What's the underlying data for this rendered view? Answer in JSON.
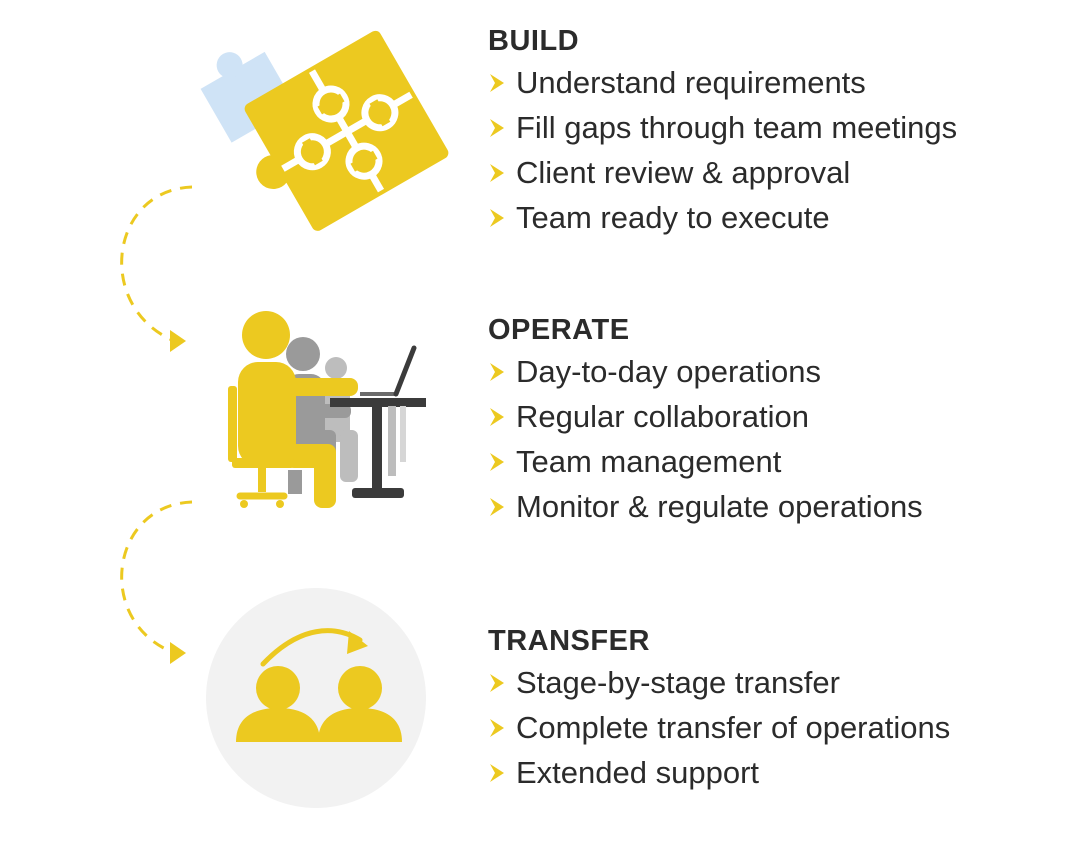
{
  "colors": {
    "accent": "#ecc920",
    "light_blue": "#cfe3f6",
    "gray": "#9a9a9a",
    "dark_gray": "#3b3b3b",
    "circle_bg": "#f2f2f2",
    "text": "#2b2b2b"
  },
  "icons": {
    "build": "puzzle-pieces-icon",
    "operate": "team-at-desk-icon",
    "transfer": "people-transfer-icon",
    "bullet": "chevron-right-icon",
    "connector": "dashed-curved-arrow"
  },
  "sections": [
    {
      "title": "BUILD",
      "items": [
        "Understand requirements",
        "Fill gaps through team meetings",
        "Client review & approval",
        "Team ready to execute"
      ]
    },
    {
      "title": "OPERATE",
      "items": [
        "Day-to-day operations",
        "Regular collaboration",
        "Team management",
        "Monitor & regulate operations"
      ]
    },
    {
      "title": "TRANSFER",
      "items": [
        "Stage-by-stage transfer",
        "Complete transfer of operations",
        "Extended support"
      ]
    }
  ]
}
